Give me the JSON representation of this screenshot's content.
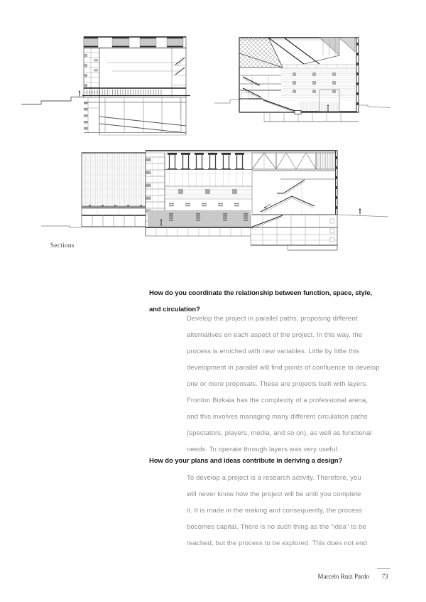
{
  "figures": {
    "caption": "Sections",
    "items": [
      {
        "name": "transverse-section-1"
      },
      {
        "name": "transverse-section-2"
      },
      {
        "name": "longitudinal-section"
      }
    ]
  },
  "qa": {
    "questions": [
      {
        "question_lines": [
          "How do you coordinate the relationship between function, space, style,",
          "and circulation?"
        ],
        "answer_lines": [
          "Develop the project in parallel paths, proposing different",
          "alternatives on each aspect of the project. In this way, the",
          "process is enriched with new variables. Little by little this",
          "development in parallel will find points of confluence to develop",
          "one or more proposals. These are projects built with layers.",
          "Fronton Bizkaia has the complexity of a professional arena,",
          "and this involves managing many different circulation paths",
          "(spectators, players, media, and so on), as well as functional",
          "needs. To operate through layers was very useful."
        ]
      },
      {
        "question_lines": [
          "How do your plans and ideas contribute in deriving a design?"
        ],
        "answer_lines": [
          "To develop a project is a research activity. Therefore, you",
          "will never know how the project will be until you complete",
          "it. It is made in the making and consequently, the process",
          "becomes capital. There is no such thing as the \"idea\" to be",
          "reached, but the process to be explored. This does not end"
        ]
      }
    ]
  },
  "footer": {
    "author": "Marcelo Ruiz Pardo",
    "page_number": "73"
  },
  "colors": {
    "question_text": "#1a1a1a",
    "answer_text": "#8c8c8c",
    "drawing_line": "#3c3c3c",
    "drawing_gray": "#c9c9c9"
  }
}
